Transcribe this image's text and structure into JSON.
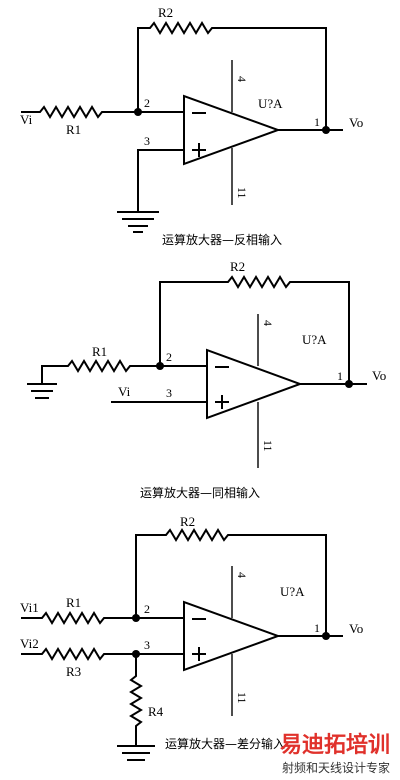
{
  "circuits": [
    {
      "caption": "运算放大器—反相输入",
      "opamp_label": "U?A",
      "input_labels": [
        "Vi"
      ],
      "output_label": "Vo",
      "resistor_labels": [
        "R1",
        "R2"
      ],
      "pin_labels": [
        "2",
        "3",
        "1",
        "4",
        "11"
      ]
    },
    {
      "caption": "运算放大器—同相输入",
      "opamp_label": "U?A",
      "input_labels": [
        "Vi"
      ],
      "output_label": "Vo",
      "resistor_labels": [
        "R1",
        "R2"
      ],
      "pin_labels": [
        "2",
        "3",
        "1",
        "4",
        "11"
      ]
    },
    {
      "caption": "运算放大器—差分输入",
      "opamp_label": "U?A",
      "input_labels": [
        "Vi1",
        "Vi2"
      ],
      "output_label": "Vo",
      "resistor_labels": [
        "R1",
        "R2",
        "R3",
        "R4"
      ],
      "pin_labels": [
        "2",
        "3",
        "1",
        "4",
        "11"
      ]
    }
  ],
  "watermark": {
    "brand": "易迪拓培训",
    "tagline": "射频和天线设计专家"
  }
}
